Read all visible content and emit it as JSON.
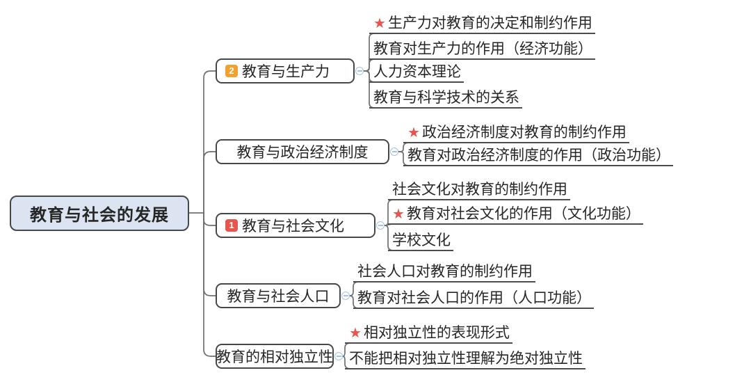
{
  "root": {
    "label": "教育与社会的发展"
  },
  "branches": [
    {
      "label": "教育与生产力",
      "badge": "2",
      "leaves": [
        {
          "star": "★",
          "text": "生产力对教育的决定和制约作用"
        },
        {
          "text": "教育对生产力的作用（经济功能）"
        },
        {
          "text": "人力资本理论"
        },
        {
          "text": "教育与科学技术的关系"
        }
      ]
    },
    {
      "label": "教育与政治经济制度",
      "leaves": [
        {
          "star": "★",
          "text": "政治经济制度对教育的制约作用"
        },
        {
          "text": "教育对政治经济制度的作用（政治功能）"
        }
      ]
    },
    {
      "label": "教育与社会文化",
      "badge": "1",
      "leaves": [
        {
          "text": "社会文化对教育的制约作用"
        },
        {
          "star": "★",
          "text": "教育对社会文化的作用（文化功能）"
        },
        {
          "text": "学校文化"
        }
      ]
    },
    {
      "label": "教育与社会人口",
      "leaves": [
        {
          "text": "社会人口对教育的制约作用"
        },
        {
          "text": "教育对社会人口的作用（人口功能）"
        }
      ]
    },
    {
      "label": "教育的相对独立性",
      "leaves": [
        {
          "star": "★",
          "text": "相对独立性的表现形式"
        },
        {
          "text": "不能把相对独立性理解为绝对独立性"
        }
      ]
    }
  ],
  "colors": {
    "root_fill": "#dce4f2",
    "node_border": "#44474c",
    "badge_orange": "#f2a12e",
    "badge_red": "#e8544e",
    "star_red": "#e8544e",
    "underline": "#4c4c4c",
    "connector": "#6f6f6f",
    "toggle_blue": "#a6c3e3"
  }
}
